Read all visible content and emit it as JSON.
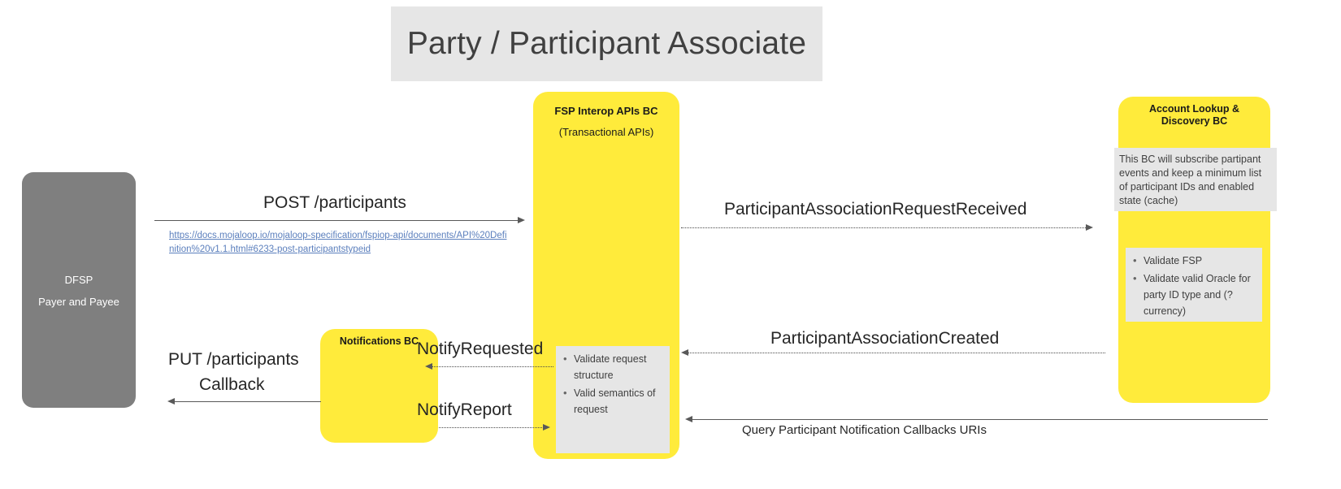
{
  "title": "Party / Participant Associate",
  "colors": {
    "banner_bg": "#e6e6e6",
    "lane_yellow": "#ffeb3b",
    "lane_grey": "#7f7f7f",
    "note_bg": "#e6e6e6",
    "link": "#5b7fbd",
    "arrow": "#595959"
  },
  "lanes": {
    "dfsp": {
      "label": "DFSP",
      "sublabel": "Payer and Payee"
    },
    "fsp_interop": {
      "title": "FSP Interop APIs BC",
      "subtitle": "(Transactional APIs)"
    },
    "account_lookup": {
      "title": "Account Lookup & Discovery BC"
    },
    "notifications": {
      "title": "Notifications BC"
    }
  },
  "notes": {
    "als_cache": "This BC will subscribe partipant events and keep a minimum list of participant IDs and enabled state (cache)",
    "als_bullets": [
      "Validate FSP",
      "Validate valid Oracle for party ID type and (?currency)"
    ],
    "fsp_bullets": [
      "Validate request structure",
      "Valid semantics of request"
    ]
  },
  "link": {
    "text": "https://docs.mojaloop.io/mojaloop-specification/fspiop-api/documents/API%20Definition%20v1.1.html#6233-post-participantstypeid"
  },
  "flows": [
    {
      "id": "post-participants",
      "label": "POST /participants"
    },
    {
      "id": "participant-association-request-received",
      "label": "ParticipantAssociationRequestReceived"
    },
    {
      "id": "participant-association-created",
      "label": "ParticipantAssociationCreated"
    },
    {
      "id": "notify-requested",
      "label": "NotifyRequested"
    },
    {
      "id": "notify-report",
      "label": "NotifyReport"
    },
    {
      "id": "put-participants",
      "label": "PUT /participants"
    },
    {
      "id": "put-participants-callback",
      "label": "Callback"
    },
    {
      "id": "query-participant-notification-callbacks-uris",
      "label": "Query Participant Notification Callbacks URIs"
    }
  ]
}
